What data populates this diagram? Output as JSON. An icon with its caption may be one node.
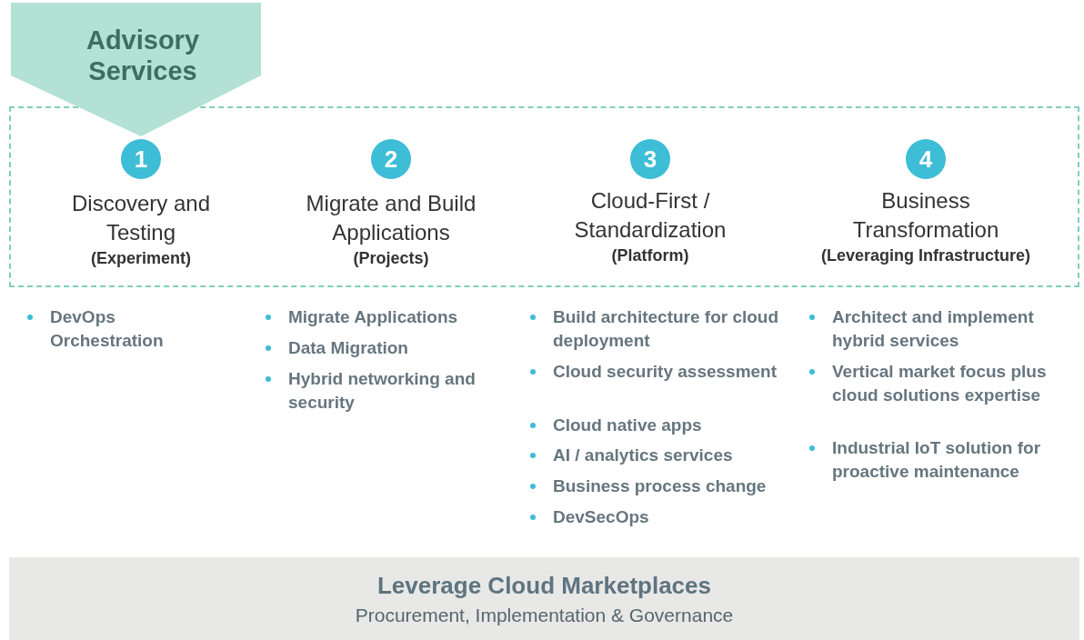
{
  "diagram": {
    "nodes": [
      {
        "text": [
          "Advisory Services"
        ]
      },
      {
        "text": [],
        "shape": "box"
      },
      {
        "text": [
          "1"
        ],
        "in": 1,
        "beside": [
          "Discovery and Testing",
          "(Experiment)"
        ]
      },
      {
        "text": [
          "2"
        ],
        "in": 1,
        "beside": [
          "Migrate and Build Applications",
          "(Projects)"
        ]
      },
      {
        "text": [
          "3"
        ],
        "in": 1,
        "beside": [
          "Cloud-First / Standardization",
          "(Platform)"
        ]
      },
      {
        "text": [
          "4"
        ],
        "in": 1,
        "beside": [
          "Business Transformation",
          "(Leveraging Infrastructure)"
        ]
      },
      {
        "text": [
          "Leverage Cloud Marketplaces",
          "Procurement, Implementation & Governance"
        ]
      }
    ],
    "edges": [],
    "labels": [
      "DevOps Orchestration",
      "Migrate Applications",
      "Data Migration",
      "Hybrid networking and security",
      "Build architecture for cloud deployment",
      "Cloud security assessment",
      "Cloud native apps",
      "AI / analytics services",
      "Business process change",
      "DevSecOps",
      "Architect and implement hybrid services",
      "Vertical market focus plus cloud solutions expertise",
      "Industrial IoT solution for proactive maintenance"
    ]
  }
}
